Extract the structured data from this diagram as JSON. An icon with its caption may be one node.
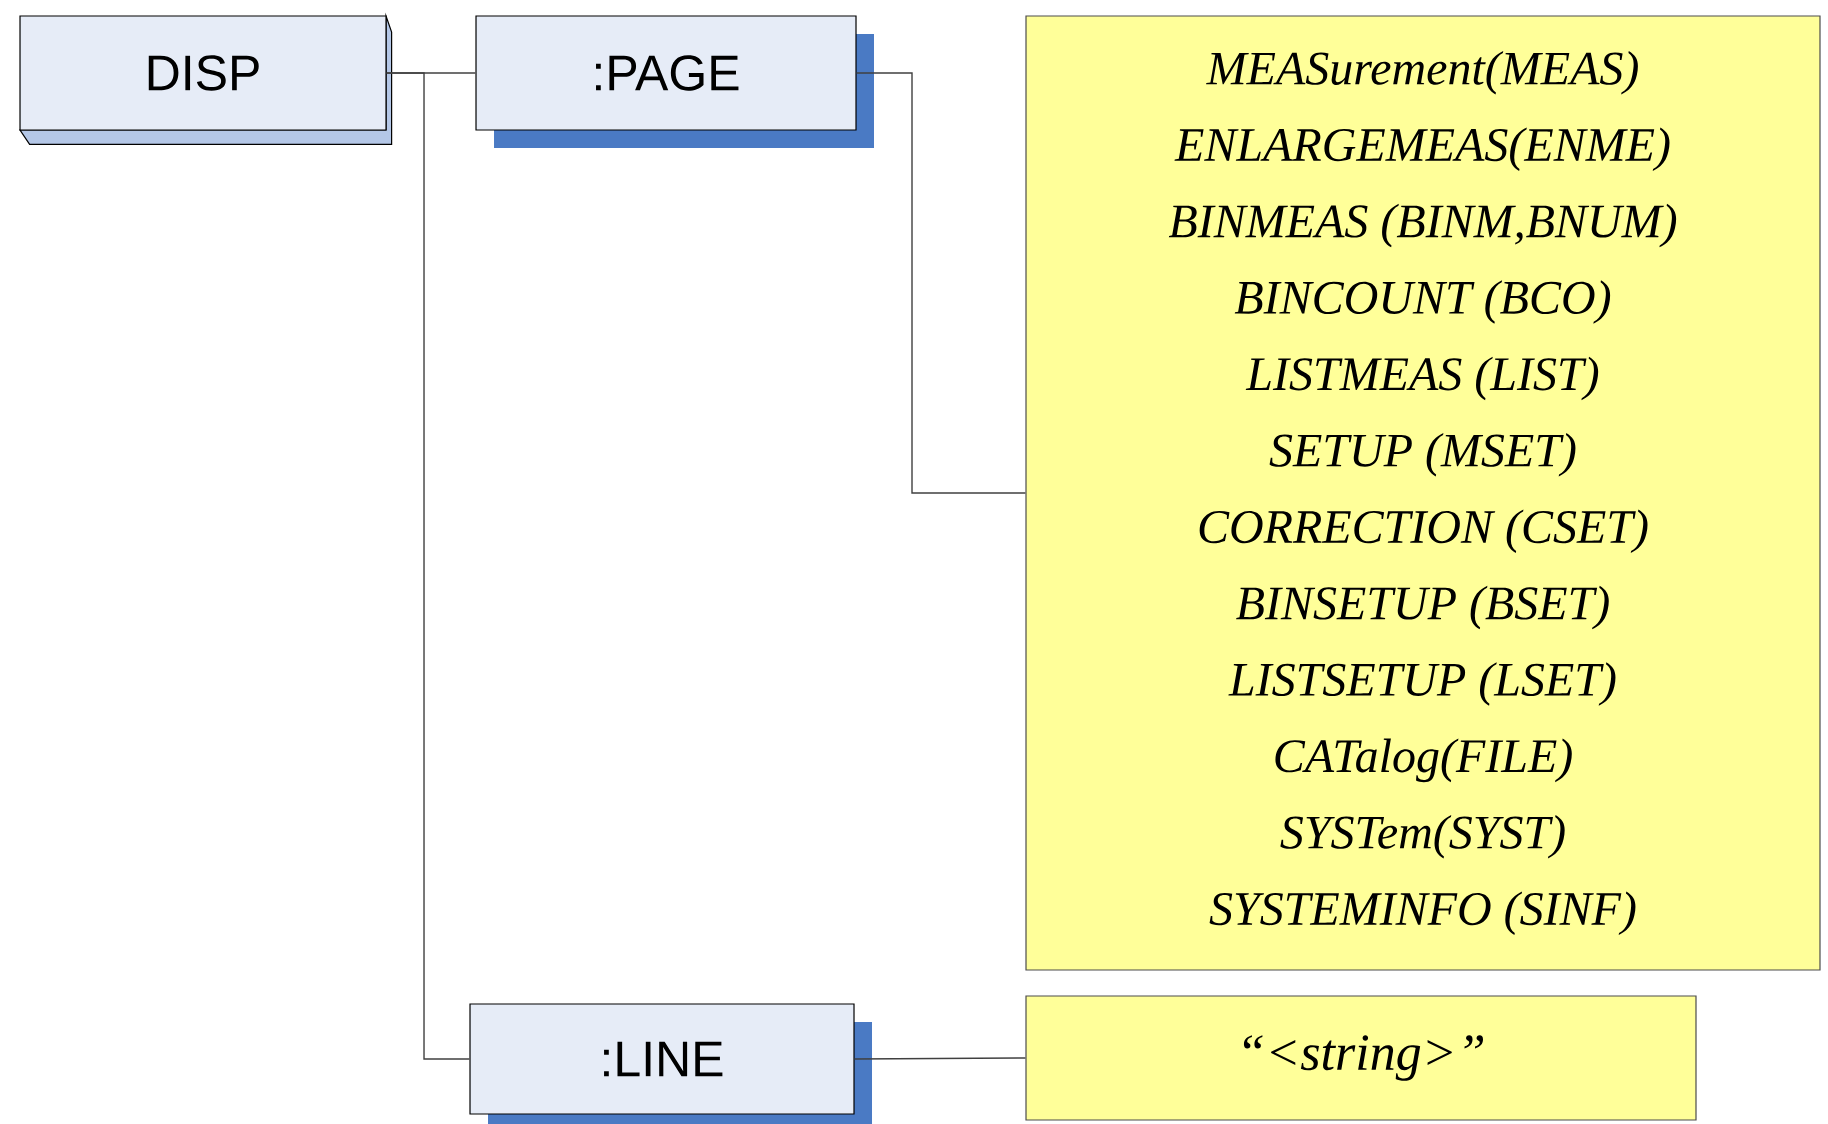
{
  "diagram": {
    "nodes": [
      {
        "text": [
          "DISP"
        ]
      },
      {
        "text": [
          ":PAGE"
        ]
      },
      {
        "text": [
          "MEASurement(MEAS)",
          "ENLARGEMEAS(ENME)",
          "BINMEAS (BINM,BNUM)",
          "BINCOUNT (BCO)",
          "LISTMEAS (LIST)",
          "SETUP (MSET)",
          "CORRECTION (CSET)",
          "BINSETUP (BSET)",
          "LISTSETUP (LSET)",
          "CATalog(FILE)",
          "SYSTem(SYST)",
          "SYSTEMINFO (SINF)"
        ]
      },
      {
        "text": [
          ":LINE"
        ]
      },
      {
        "text": [
          "“<string>”"
        ]
      }
    ],
    "edges": [
      {
        "from": 0,
        "to": 1,
        "arrow": "none"
      },
      {
        "from": 0,
        "to": 3,
        "arrow": "none"
      },
      {
        "from": 1,
        "to": 2,
        "arrow": "none"
      },
      {
        "from": 3,
        "to": 4,
        "arrow": "none"
      }
    ]
  }
}
